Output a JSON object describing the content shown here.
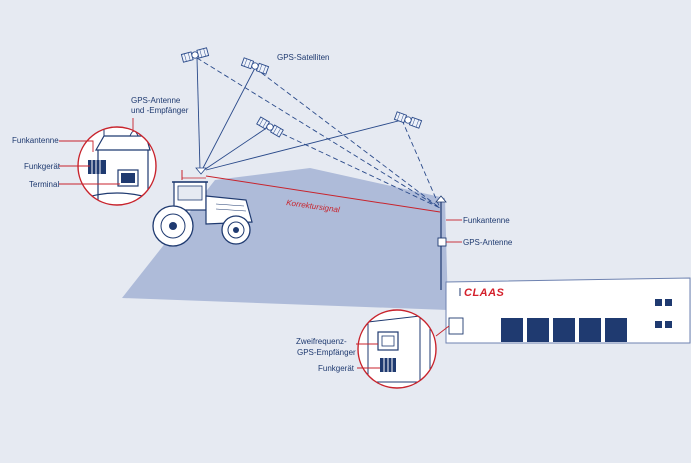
{
  "labels": {
    "gps_satellites": "GPS-Satelliten",
    "gps_antenna_receiver_line1": "GPS-Antenne",
    "gps_antenna_receiver_line2": "und -Empfänger",
    "radio_antenna_vehicle": "Funkantenne",
    "radio_unit_vehicle": "Funkgerät",
    "terminal": "Terminal",
    "correction_signal": "Korrektursignal",
    "radio_antenna_station": "Funkantenne",
    "gps_antenna_station": "GPS-Antenne",
    "dual_freq_line1": "Zweifrequenz-",
    "dual_freq_line2": "GPS-Empfänger",
    "radio_unit_station": "Funkgerät"
  },
  "building": {
    "brand": "CLAAS"
  },
  "colors": {
    "background": "#e6eaf2",
    "field": "#aebbd9",
    "line": "#2a4a8a",
    "signal": "#c8232c",
    "brand": "#d4202b"
  }
}
